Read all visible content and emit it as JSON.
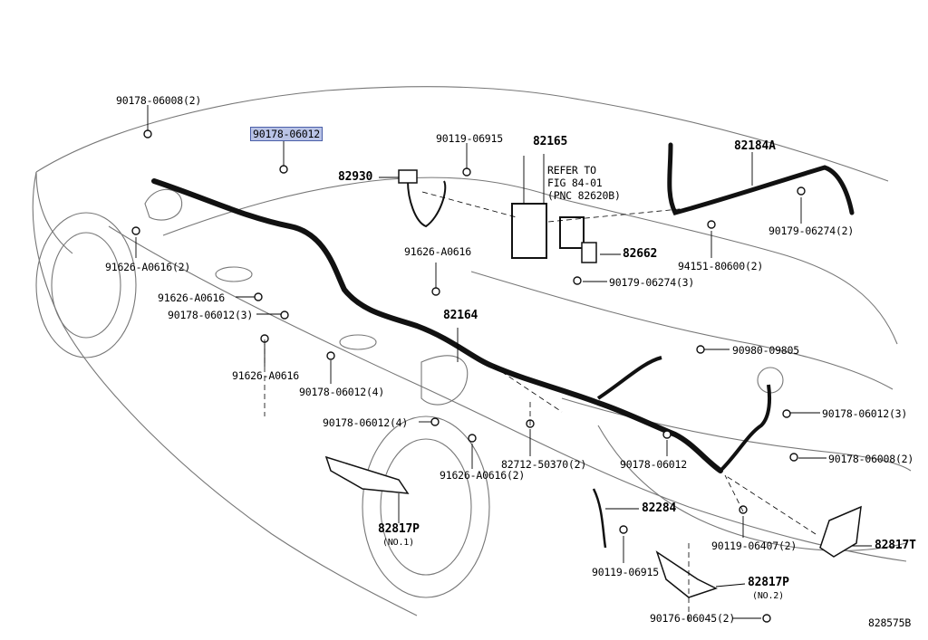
{
  "figure_id": "828575B",
  "callouts": {
    "c01": "90178-06008(2)",
    "c02": "90178-06012",
    "c03": "90119-06915",
    "c04": "82165",
    "c05": "82184A",
    "c06": "82930",
    "c07a": "REFER TO",
    "c07b": "FIG 84-01",
    "c07c": "(PNC 82620B)",
    "c08": "91626-A0616(2)",
    "c09": "91626-A0616",
    "c10": "82662",
    "c11": "94151-80600(2)",
    "c12": "90179-06274(2)",
    "c13": "91626-A0616",
    "c14": "90178-06012(3)",
    "c15": "90179-06274(3)",
    "c16": "82164",
    "c17": "90980-09805",
    "c18": "91626-A0616",
    "c19": "90178-06012(4)",
    "c20": "90178-06012(3)",
    "c21": "90178-06012(4)",
    "c22": "90178-06008(2)",
    "c23": "91626-A0616(2)",
    "c24": "82712-50370(2)",
    "c25": "90178-06012",
    "c26": "82284",
    "c27": "82817P",
    "c28": "(NO.1)",
    "c29": "90119-06407(2)",
    "c30": "82817T",
    "c31": "90119-06915",
    "c32": "82817P",
    "c33": "(NO.2)",
    "c34": "90176-06045(2)"
  },
  "highlight_color": "#b9c3e6"
}
